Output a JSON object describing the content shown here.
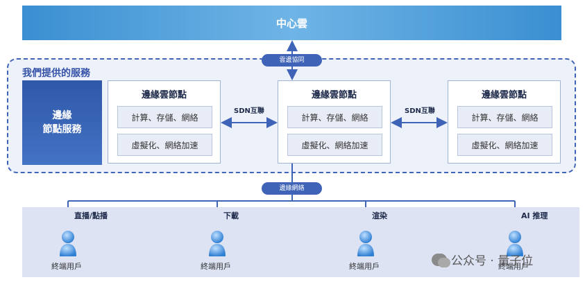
{
  "central_cloud": {
    "label": "中心雲"
  },
  "cloud_edge_pill": {
    "label": "雲邊協同"
  },
  "services_panel": {
    "title": "我們提供的服務"
  },
  "edge_service": {
    "line1": "邊緣",
    "line2": "節點服務"
  },
  "nodes": [
    {
      "title": "邊緣雲節點",
      "box1": "計算、存儲、網絡",
      "box2": "虛擬化、網絡加速"
    },
    {
      "title": "邊緣雲節點",
      "box1": "計算、存儲、網絡",
      "box2": "虛擬化、網絡加速"
    },
    {
      "title": "邊緣雲節點",
      "box1": "計算、存儲、網絡",
      "box2": "虛擬化、網絡加速"
    }
  ],
  "sdn": [
    {
      "label": "SDN互聯"
    },
    {
      "label": "SDN互聯"
    }
  ],
  "edge_network_pill": {
    "label": "邊緣網絡"
  },
  "branches": [
    {
      "label": "直播/點播"
    },
    {
      "label": "下載"
    },
    {
      "label": "渲染"
    },
    {
      "label": "AI 推理"
    }
  ],
  "users": [
    {
      "label": "終端用戶"
    },
    {
      "label": "終端用戶"
    },
    {
      "label": "終端用戶"
    },
    {
      "label": "終端用戶"
    }
  ],
  "watermark": {
    "text": "公众号 · 量子位"
  },
  "colors": {
    "primary": "#3f63b7",
    "cloud": "#4a9ad8",
    "panel": "#ecf1fa",
    "users_bg": "#dde3f3"
  }
}
